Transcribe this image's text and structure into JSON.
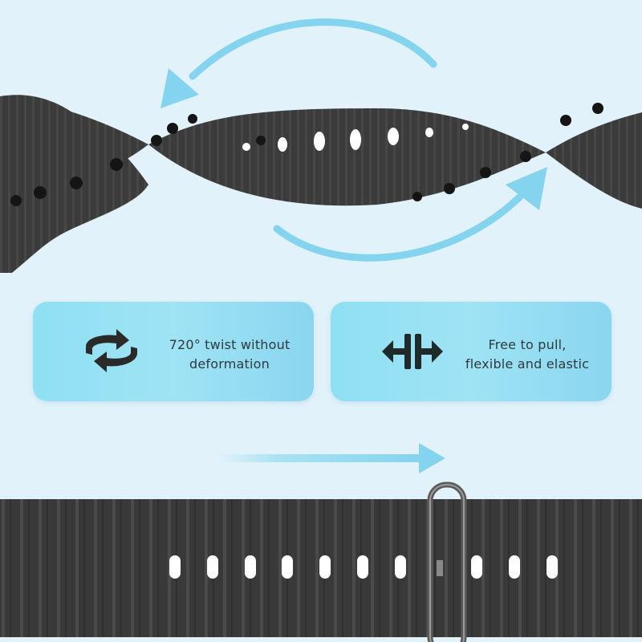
{
  "features": [
    {
      "icon": "rotate-cycle-icon",
      "line1": "720° twist without",
      "line2": "deformation"
    },
    {
      "icon": "pull-apart-arrows-icon",
      "line1": "Free to pull,",
      "line2": "flexible and elastic"
    }
  ],
  "colors": {
    "background": "#e1f2fa",
    "accent_arrow": "#84d3ef",
    "band": "#3a3a3a",
    "card_text": "#2e3a40"
  }
}
